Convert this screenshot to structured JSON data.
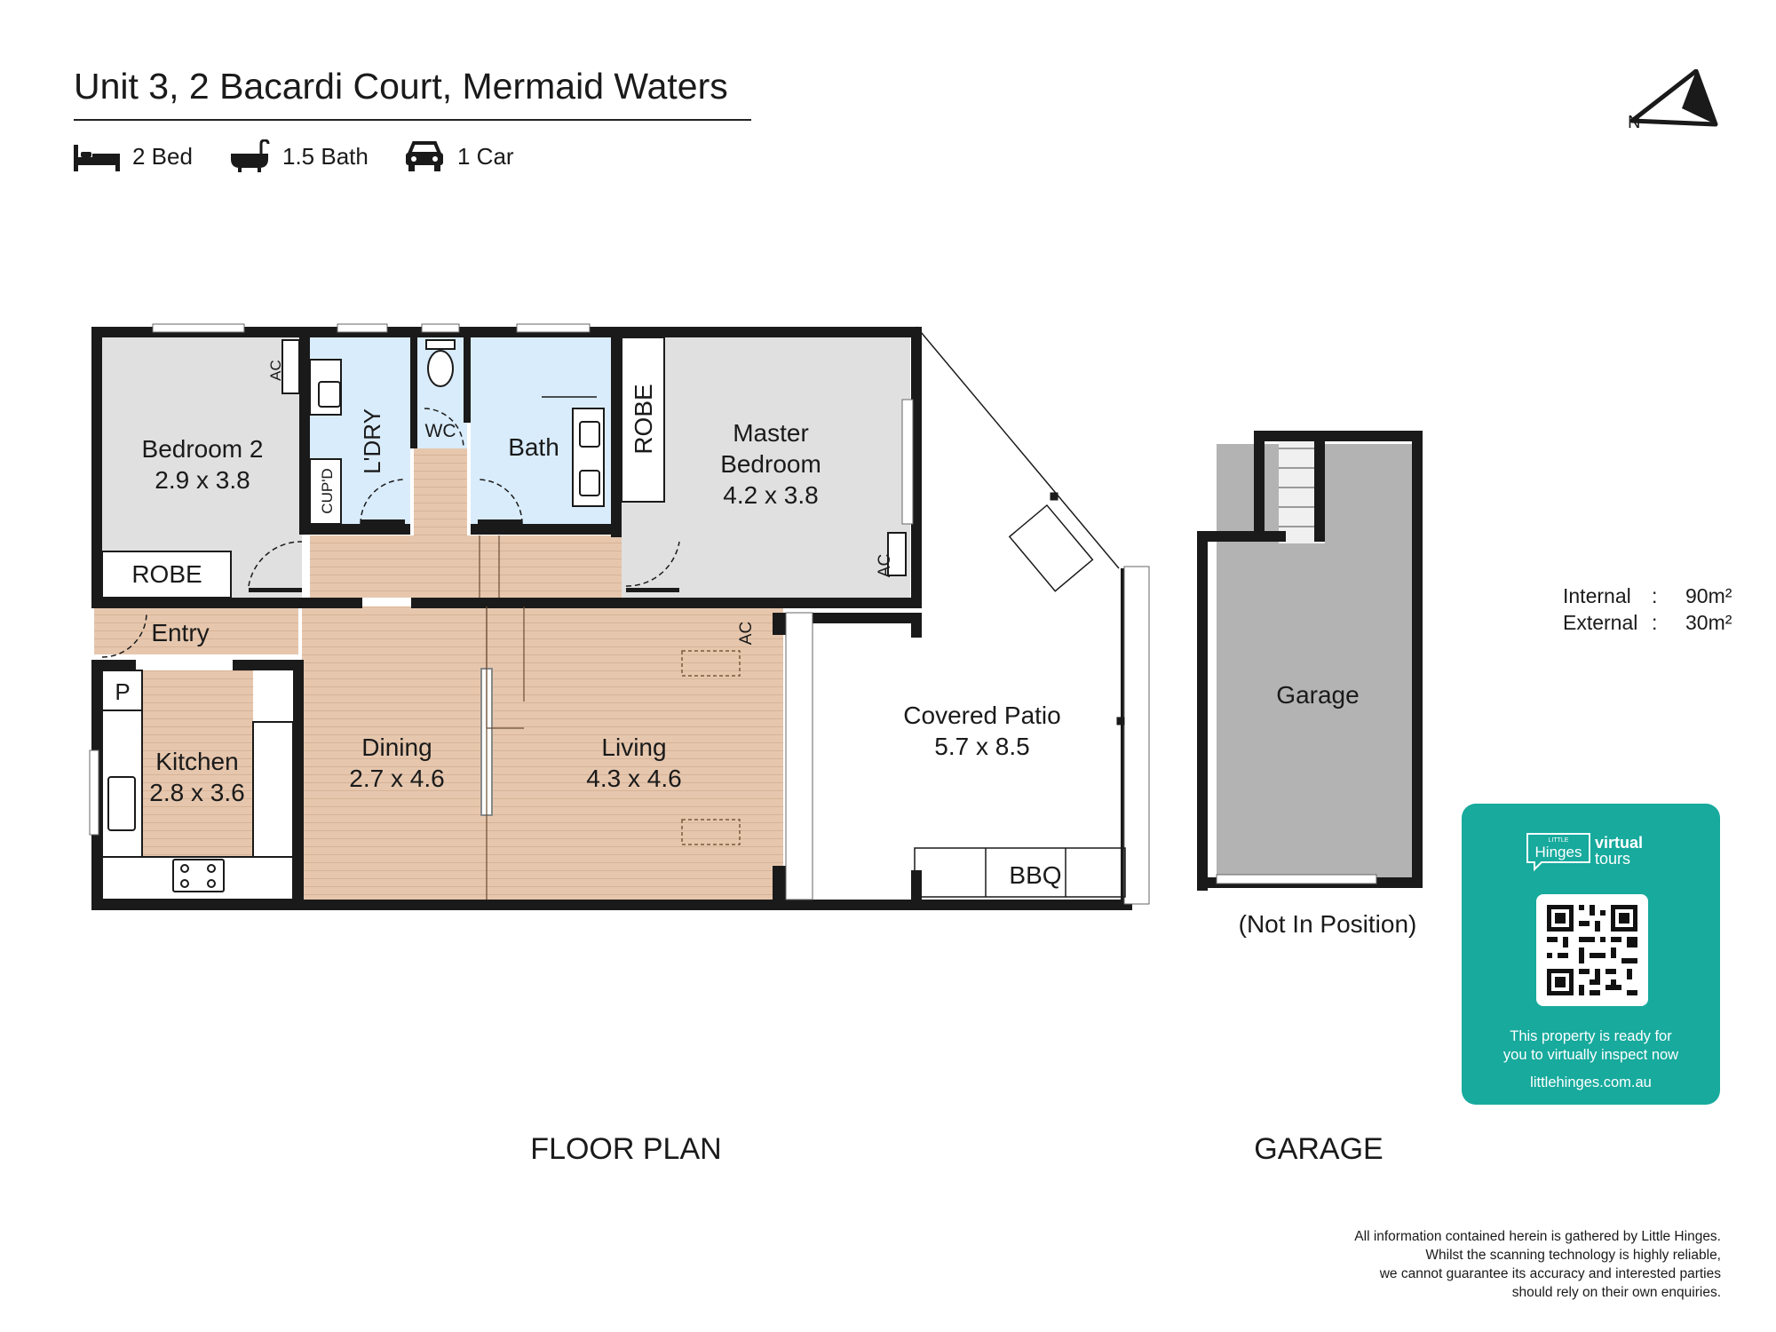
{
  "title": "Unit 3, 2 Bacardi Court, Mermaid Waters",
  "features": {
    "bed": {
      "icon": "bed-icon",
      "label": "2 Bed"
    },
    "bath": {
      "icon": "bathtub-icon",
      "label": "1.5 Bath"
    },
    "car": {
      "icon": "car-icon",
      "label": "1 Car"
    }
  },
  "compass": {
    "icon": "north-arrow-icon",
    "label": "N"
  },
  "areas": {
    "internal": {
      "label": "Internal",
      "sep": ":",
      "value": "90m²"
    },
    "external": {
      "label": "External",
      "sep": ":",
      "value": "30m²"
    }
  },
  "rooms": {
    "bedroom2": {
      "name": "Bedroom 2",
      "dims": "2.9 x 3.8"
    },
    "laundry": {
      "name": "L'DRY"
    },
    "cupboard": {
      "name": "CUP'D"
    },
    "wc": {
      "name": "WC"
    },
    "bath": {
      "name": "Bath"
    },
    "robe_master": {
      "name": "ROBE"
    },
    "master": {
      "name1": "Master",
      "name2": "Bedroom",
      "dims": "4.2 x 3.8"
    },
    "robe_bed2": {
      "name": "ROBE"
    },
    "entry": {
      "name": "Entry"
    },
    "pantry": {
      "name": "P"
    },
    "kitchen": {
      "name": "Kitchen",
      "dims": "2.8 x 3.6"
    },
    "dining": {
      "name": "Dining",
      "dims": "2.7 x 4.6"
    },
    "living": {
      "name": "Living",
      "dims": "4.3 x 4.6"
    },
    "patio": {
      "name": "Covered Patio",
      "dims": "5.7 x 8.5"
    },
    "bbq": {
      "name": "BBQ"
    },
    "garage": {
      "name": "Garage"
    },
    "ac": "AC"
  },
  "garage_note": "(Not In Position)",
  "captions": {
    "floor_plan": "FLOOR PLAN",
    "garage": "GARAGE"
  },
  "promo": {
    "logo_small": "LITTLE",
    "logo_brand": "Hinges",
    "logo_virtual": "virtual",
    "logo_tours": "tours",
    "text_line1": "This property is ready for",
    "text_line2": "you to virtually inspect now",
    "url": "littlehinges.com.au",
    "color": "#17aa9d"
  },
  "disclaimer": [
    "All information contained herein is gathered by Little Hinges.",
    "Whilst the scanning technology is highly reliable,",
    "we cannot guarantee its accuracy and interested parties",
    "should rely on their own enquiries."
  ],
  "colors": {
    "wet_area": "#d9ecfb",
    "bedroom": "#e0e0e0",
    "timber": "#e6c7ae",
    "garage": "#b3b3b3",
    "wall": "#1a1a1a"
  }
}
